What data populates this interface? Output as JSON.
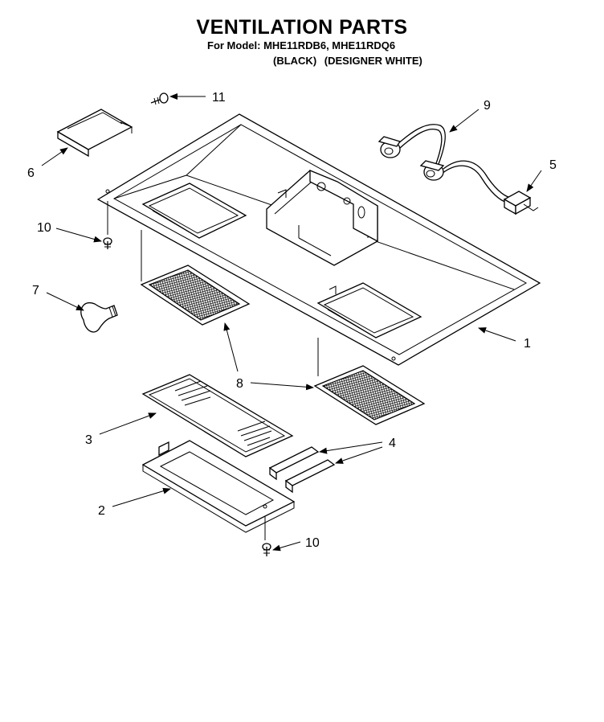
{
  "title": "VENTILATION PARTS",
  "subtitle": {
    "prefix": "For Model:",
    "models": "MHE11RDB6, MHE11RDQ6",
    "color_black": "(BLACK)",
    "color_white": "(DESIGNER WHITE)"
  },
  "callouts": {
    "c1": "1",
    "c2": "2",
    "c3": "3",
    "c4": "4",
    "c5": "5",
    "c6": "6",
    "c7": "7",
    "c8": "8",
    "c9": "9",
    "c10a": "10",
    "c10b": "10",
    "c11": "11"
  }
}
